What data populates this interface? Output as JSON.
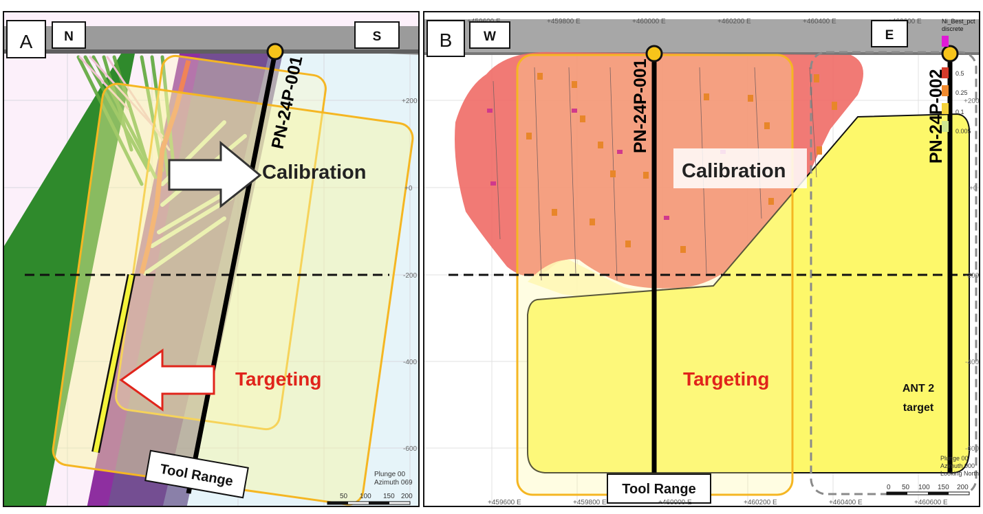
{
  "panel_a": {
    "panel_letter": "A",
    "direction_left": "N",
    "direction_right": "S",
    "drill_hole": "PN-24P-001",
    "calibration_label": "Calibration",
    "targeting_label": "Targeting",
    "tool_range_label": "Tool Range",
    "elevation_ticks": [
      "+200",
      "+0",
      "-200",
      "-400",
      "-600"
    ],
    "plunge_text": "Plunge 00",
    "azimuth_text": "Azimuth 069",
    "scale_labels": [
      "50",
      "100",
      "150",
      "200"
    ]
  },
  "panel_b": {
    "panel_letter": "B",
    "direction_left": "W",
    "direction_right": "E",
    "drill_hole_1": "PN-24P-001",
    "drill_hole_2": "PN-24P-002",
    "calibration_label": "Calibration",
    "targeting_label": "Targeting",
    "tool_range_label": "Tool Range",
    "ant_target_line1": "ANT 2",
    "ant_target_line2": "target",
    "easting_top": [
      "+459600 E",
      "+459800 E",
      "+460000 E",
      "+460200 E",
      "+460400 E",
      "+460600 E"
    ],
    "easting_bottom": [
      "+459600 E",
      "+459800 E",
      "+460000 E",
      "+460200 E",
      "+460400 E",
      "+460600 E"
    ],
    "elevation_ticks": [
      "+200",
      "+0",
      "-200",
      "-400",
      "-600"
    ],
    "legend_title_1": "Ni_Best_pct",
    "legend_title_2": "discrete",
    "legend_values": [
      "0.5",
      "0.25",
      "0.1",
      "0.005"
    ],
    "plunge_text": "Plunge 00",
    "azimuth_text": "Azimuth 000",
    "looking_text": "Looking North",
    "scale_labels": [
      "0",
      "50",
      "100",
      "150",
      "200"
    ]
  },
  "colors": {
    "orange_outline": "#f5b622",
    "targeting_red": "#e0241b",
    "drill_dot": "#f7c41a",
    "green_unit": "#2f8a2c",
    "purple_unit": "#8e2fa0",
    "red_zone": "#ef6b66",
    "yellow_zone": "#fdf86a"
  }
}
